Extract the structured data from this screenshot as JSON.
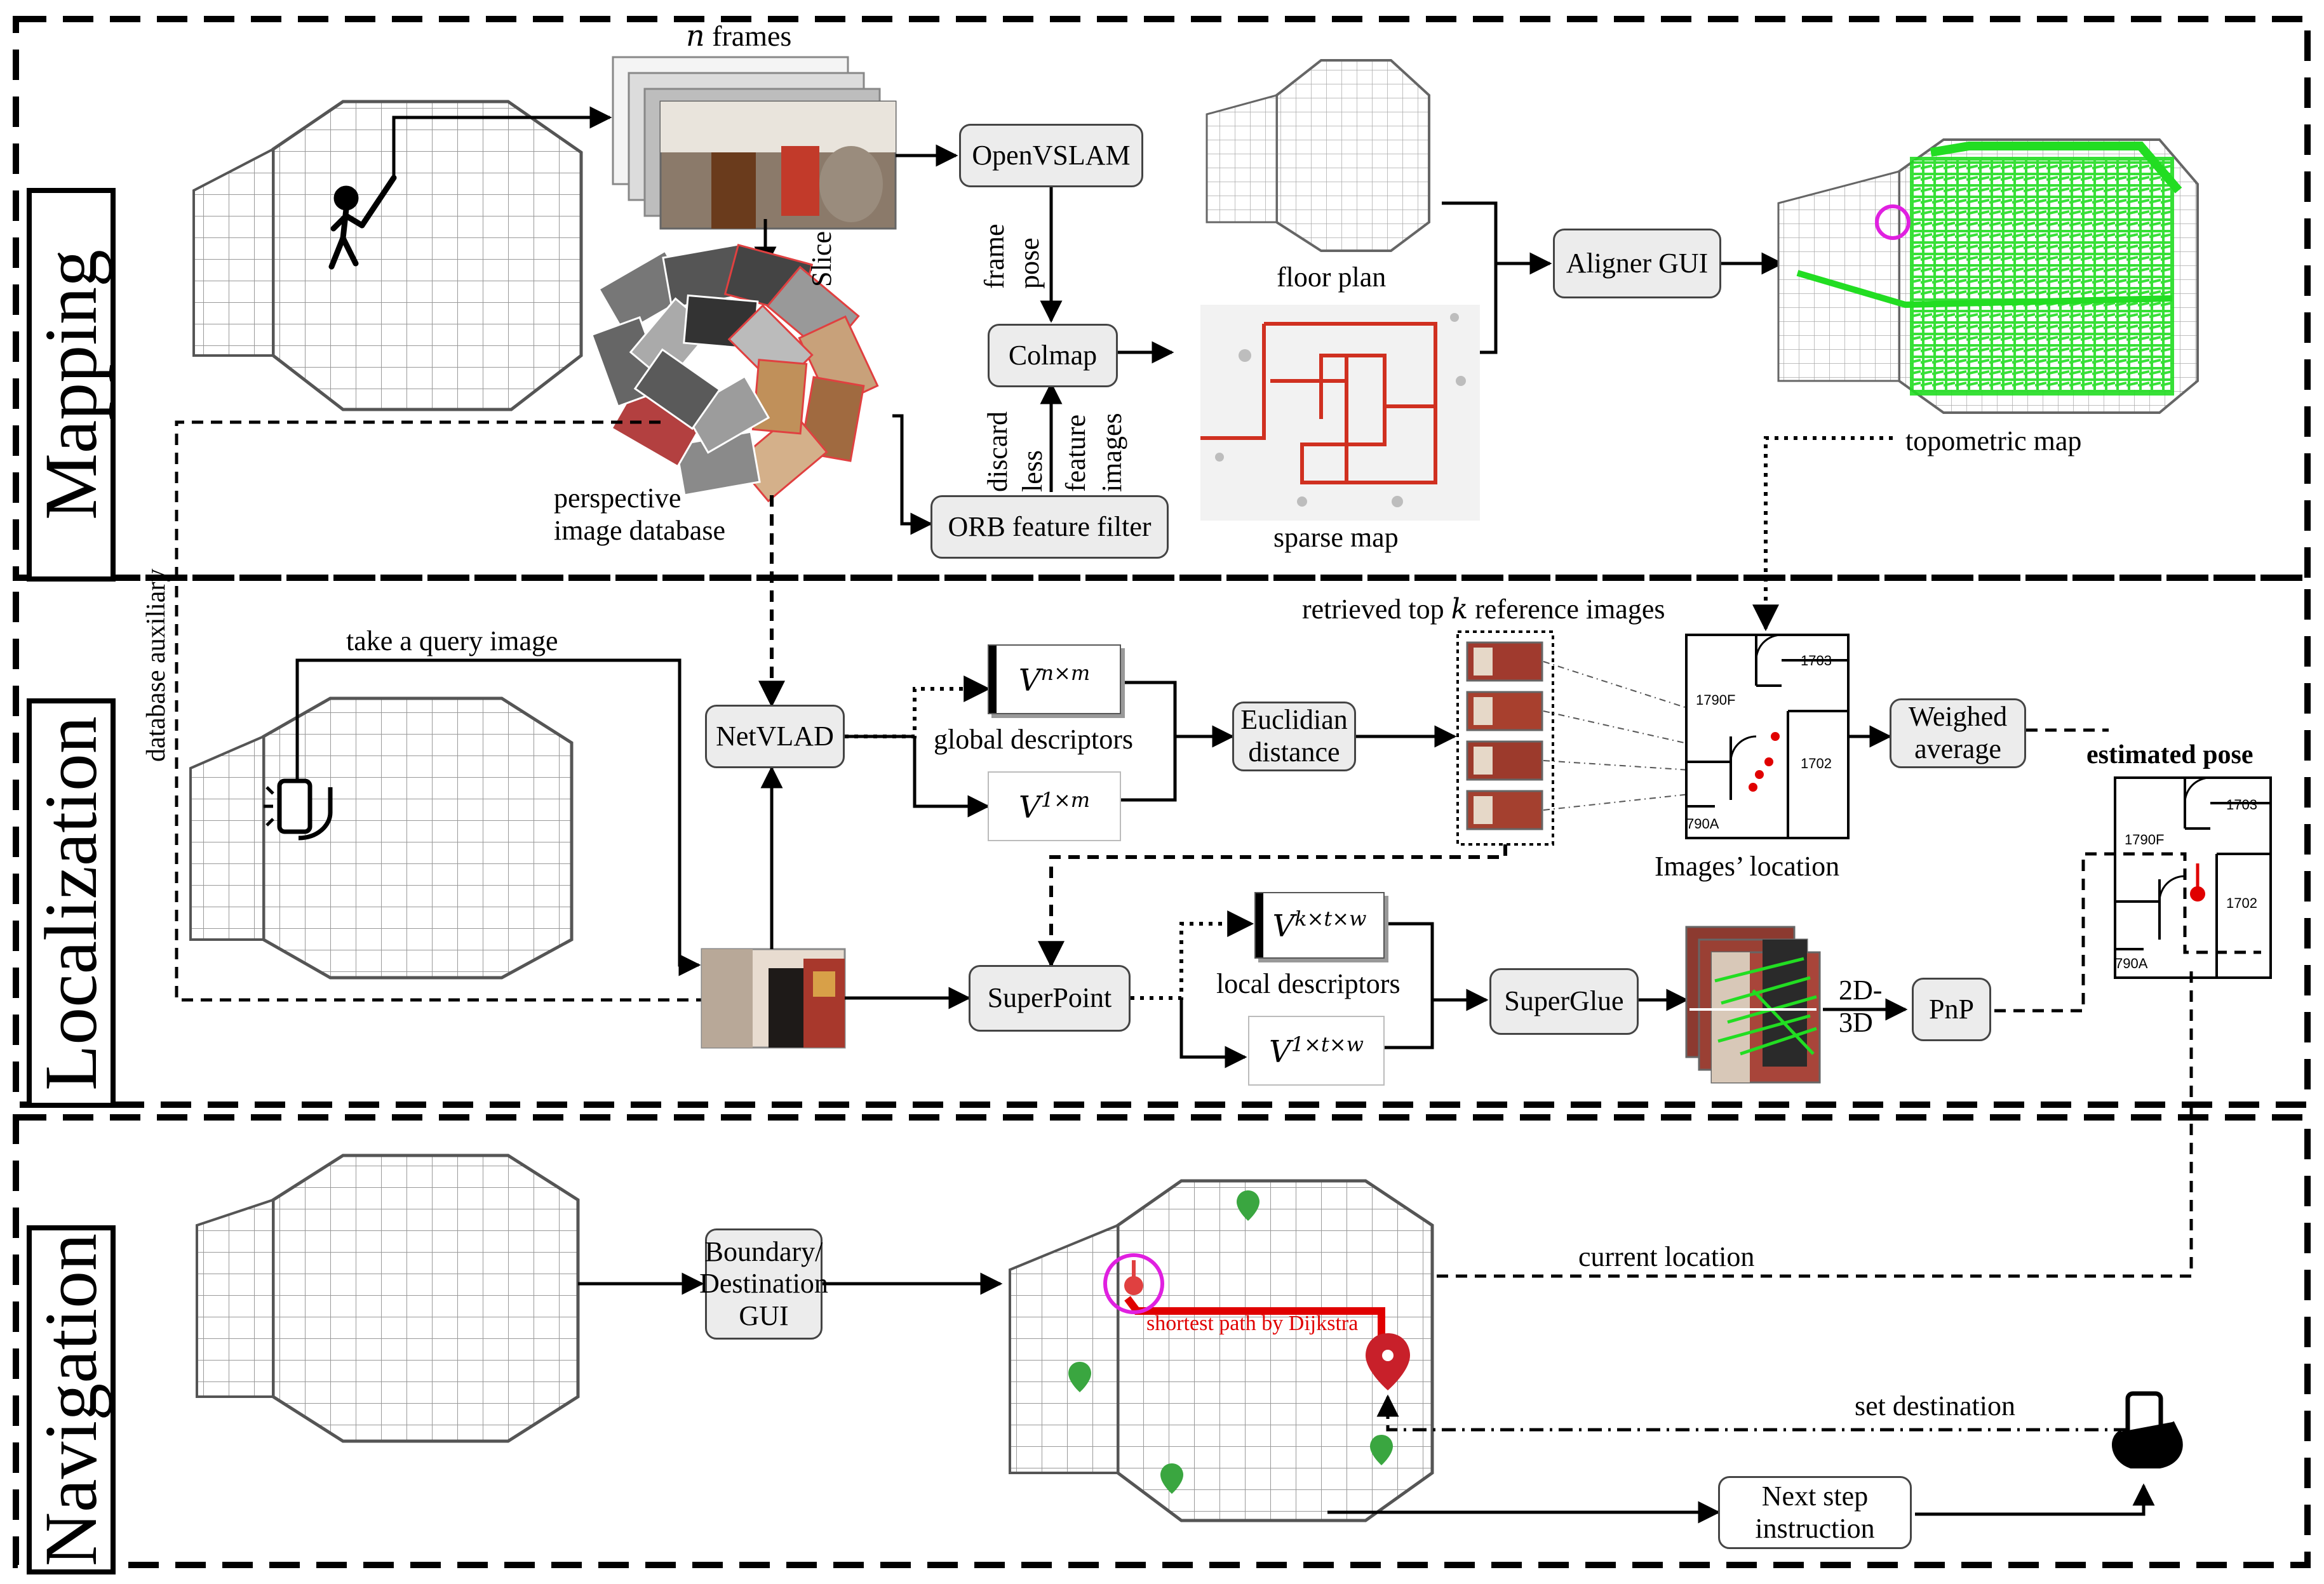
{
  "sections": {
    "mapping": "Mapping",
    "localization": "Localization",
    "navigation": "Navigation"
  },
  "mapping": {
    "n_frames_var": "n",
    "n_frames_text": " frames",
    "slice": "Slice",
    "openvslam": "OpenVSLAM",
    "frame_pose_1": "frame",
    "frame_pose_2": "pose",
    "colmap": "Colmap",
    "discard_1": "discard",
    "discard_2": "less",
    "discard_3": "feature",
    "discard_4": "images",
    "orb": "ORB feature filter",
    "perspective_db": "perspective\nimage database",
    "floor_plan": "floor plan",
    "sparse_map": "sparse map",
    "aligner": "Aligner GUI",
    "topometric": "topometric map"
  },
  "localization": {
    "database_auxiliary": "database auxiliary",
    "take_query": "take a query image",
    "netvlad": "NetVLAD",
    "global_desc": "global descriptors",
    "v_global_1": "V",
    "v_global_1_sup": "n×m",
    "v_global_2": "V",
    "v_global_2_sup": "1×m",
    "euclidian": "Euclidian\ndistance",
    "retrieved": "retrieved top ",
    "retrieved_k": "k",
    "retrieved_end": " reference images",
    "images_location": "Images’ location",
    "weighed": "Weighed\naverage",
    "estimated_pose": "estimated pose",
    "superpoint": "SuperPoint",
    "local_desc": "local descriptors",
    "v_local_1": "V",
    "v_local_1_sup": "k×t×w",
    "v_local_2": "V",
    "v_local_2_sup": "1×t×w",
    "superglue": "SuperGlue",
    "twod3d": "2D-\n3D",
    "pnp": "PnP",
    "room_1703": "1703",
    "room_1790F": "1790F",
    "room_1702": "1702",
    "room_790A": "790A"
  },
  "navigation": {
    "boundary_gui": "Boundary/\nDestination\nGUI",
    "current_location": "current location",
    "shortest_path": "shortest path by Dijkstra",
    "set_destination": "set destination",
    "next_step": "Next step\ninstruction"
  },
  "colors": {
    "accent_red": "#e00000",
    "match_green": "#22dd22",
    "highlight_magenta": "#e020e0",
    "node_fill": "#ececec"
  }
}
